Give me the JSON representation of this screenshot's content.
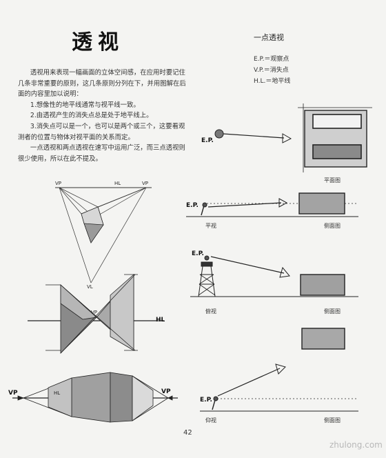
{
  "page": {
    "title": "透视",
    "paragraphs": [
      "透视用来表现一幅画面的立体空间感，在应用时要记住几条非常重要的原则，这几条原则分列在下，并用图解在后面的内容里加以说明：",
      "1.想像性的地平线通常与视平线一致。",
      "2.由透视产生的消失点总是处于地平线上。",
      "3.消失点可以是一个，也可以是两个或三个，这要看观测者的位置与物体对视平面的关系而定。",
      "一点透视和两点透视在速写中运用广泛，而三点透视则很少使用，所以在此不提及。"
    ],
    "page_number": "42",
    "watermark": "zhulong.com"
  },
  "one_point": {
    "title": "一点透视",
    "legend": [
      "E.P.＝观察点",
      "V.P.＝消失点",
      "H.L.＝地平线"
    ],
    "captions": {
      "plan": "平面图",
      "level_view": "平视",
      "side_1": "侧面图",
      "down_view": "俯视",
      "side_2": "侧面图",
      "up_view": "仰视",
      "side_3": "侧面图"
    },
    "ep_label": "E.P."
  },
  "sketches": {
    "vp": "VP",
    "hl": "HL",
    "vl": "VL"
  }
}
